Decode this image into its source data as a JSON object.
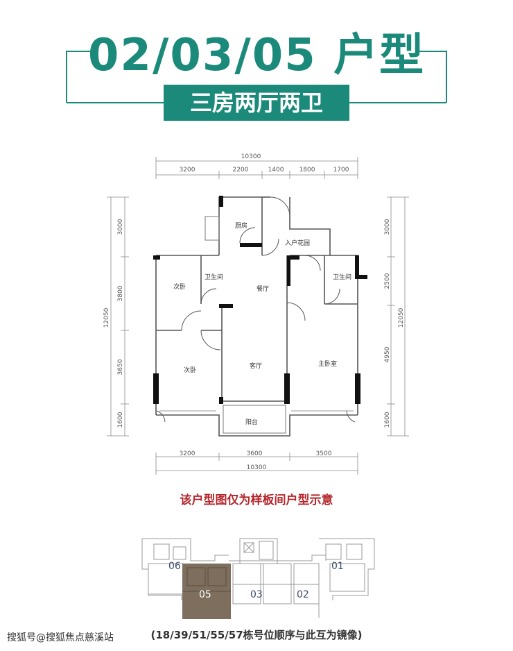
{
  "header": {
    "title": "02/03/05 户型",
    "subtitle": "三房两厅两卫"
  },
  "floorplan": {
    "dims_top": {
      "total": "10300",
      "segments": [
        "3200",
        "2200",
        "1400",
        "1800",
        "1700"
      ]
    },
    "dims_bottom": {
      "total": "10300",
      "segments": [
        "3200",
        "3600",
        "3500"
      ]
    },
    "dims_left": {
      "total": "12050",
      "segments": [
        "3000",
        "3800",
        "3650",
        "1600"
      ]
    },
    "dims_right": {
      "total": "12050",
      "segments": [
        "3000",
        "2500",
        "4950",
        "1600"
      ]
    },
    "rooms": {
      "kitchen": "厨房",
      "entry_garden": "入户花园",
      "bedroom_a": "次卧",
      "bath_a": "卫生间",
      "dining": "餐厅",
      "bath_b": "卫生间",
      "bedroom_b": "次卧",
      "living": "客厅",
      "master": "主卧室",
      "balcony": "阳台"
    }
  },
  "note": "该户型图仅为样板间户型示意",
  "keyplan": {
    "units": [
      "06",
      "05",
      "03",
      "02",
      "01"
    ],
    "highlighted": "05"
  },
  "mirror_note": "(18/39/51/55/57栋号位顺序与此互为镜像)",
  "watermark": "搜狐号@搜狐焦点慈溪站",
  "colors": {
    "brand": "#1b8a7a",
    "note": "#b3262b",
    "highlight": "#7d6e5e"
  }
}
